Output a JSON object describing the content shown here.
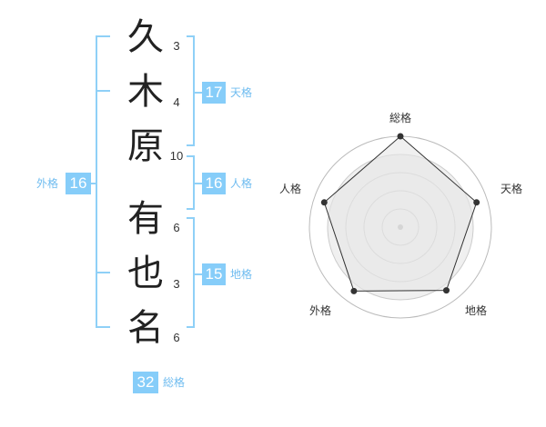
{
  "colors": {
    "accent": "#86cdf9",
    "accent_text": "#6fbcf0",
    "bracket": "#8fd0f7"
  },
  "name": {
    "surname": [
      {
        "char": "久",
        "strokes": "3"
      },
      {
        "char": "木",
        "strokes": "4"
      },
      {
        "char": "原",
        "strokes": "10"
      }
    ],
    "given": [
      {
        "char": "有",
        "strokes": "6"
      },
      {
        "char": "也",
        "strokes": "3"
      },
      {
        "char": "名",
        "strokes": "6"
      }
    ]
  },
  "fortune": {
    "tenkaku": {
      "value": "17",
      "label": "天格"
    },
    "jinkaku": {
      "value": "16",
      "label": "人格"
    },
    "chikaku": {
      "value": "15",
      "label": "地格"
    },
    "gaikaku": {
      "value": "16",
      "label": "外格"
    },
    "soukaku": {
      "value": "32",
      "label": "総格"
    }
  },
  "chart_data": {
    "type": "radar",
    "axes": [
      "総格",
      "天格",
      "地格",
      "外格",
      "人格"
    ],
    "values": [
      1.0,
      0.88,
      0.86,
      0.87,
      0.88
    ],
    "rings": 5,
    "grid": true
  }
}
